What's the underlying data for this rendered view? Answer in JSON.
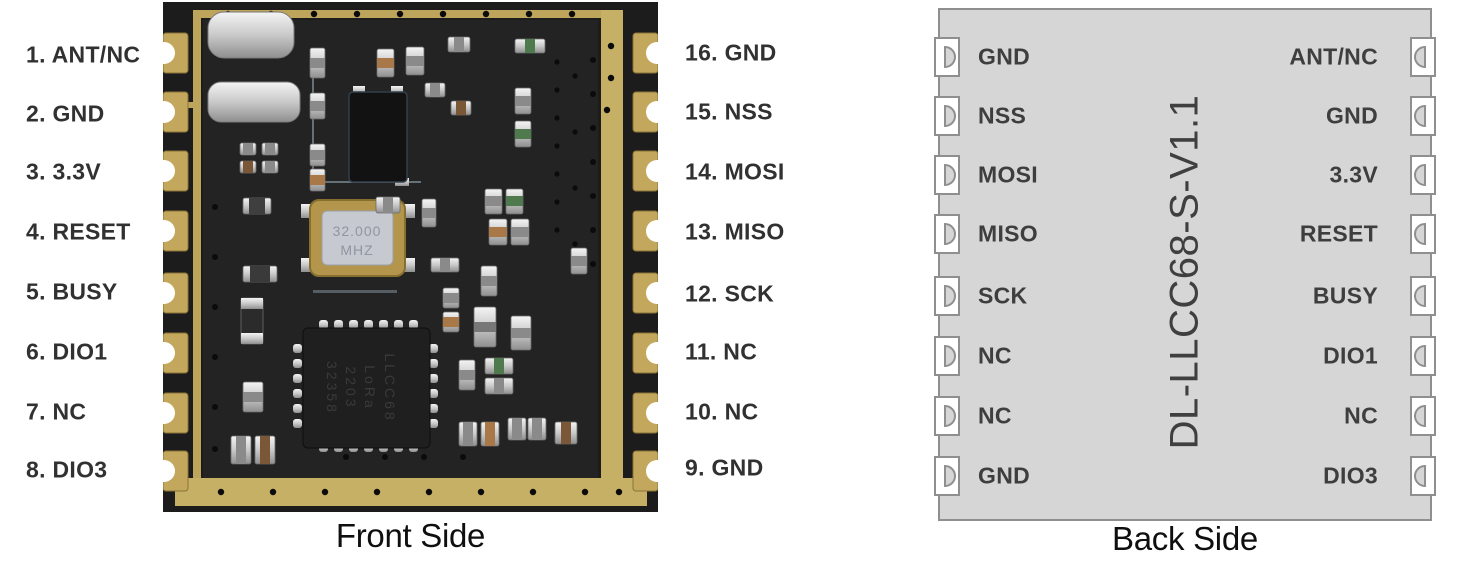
{
  "front": {
    "caption": "Front Side",
    "left_pins": [
      "1. ANT/NC",
      "2. GND",
      "3. 3.3V",
      "4. RESET",
      "5. BUSY",
      "6. DIO1",
      "7. NC",
      "8. DIO3"
    ],
    "right_pins": [
      "16. GND",
      "15. NSS",
      "14. MOSI",
      "13. MISO",
      "12. SCK",
      "11. NC",
      "10. NC",
      "9. GND"
    ],
    "crystal": {
      "line1": "32.000",
      "line2": "MHZ"
    },
    "chip_marking": [
      "LLCC68",
      "LoRa",
      "2203",
      "32358"
    ]
  },
  "back": {
    "caption": "Back Side",
    "left_pins": [
      "GND",
      "NSS",
      "MOSI",
      "MISO",
      "SCK",
      "NC",
      "NC",
      "GND"
    ],
    "right_pins": [
      "ANT/NC",
      "GND",
      "3.3V",
      "RESET",
      "BUSY",
      "DIO1",
      "NC",
      "DIO3"
    ],
    "center_label": "DL-LLCC68-S-V1.1"
  },
  "colors": {
    "pcb_black": "#1c1c1c",
    "gold": "#c6b065",
    "module_gray": "#d6d6d6",
    "module_border": "#8f8f8f",
    "label_text": "#313131"
  }
}
